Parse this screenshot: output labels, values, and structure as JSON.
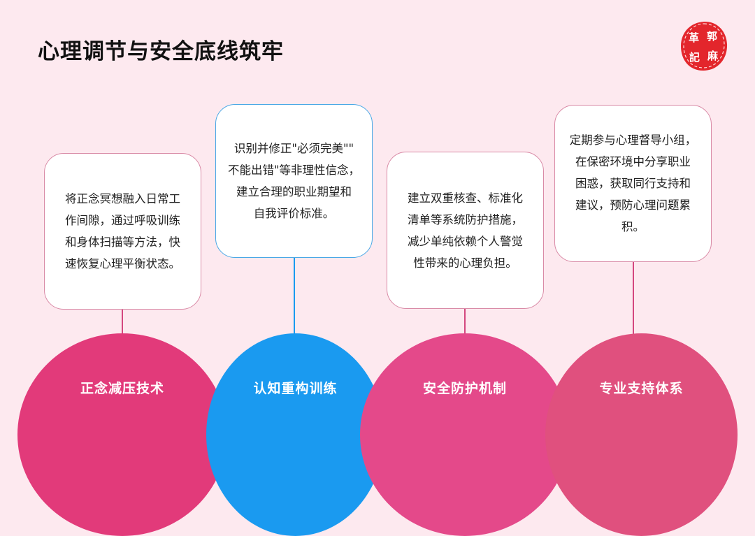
{
  "slide": {
    "title": "心理调节与安全底线筑牢",
    "seal_chars": [
      "革",
      "郭",
      "記",
      "麻"
    ]
  },
  "cards": [
    {
      "text": "将正念冥想融入日常工\n作间隙，通过呼吸训练\n和身体扫描等方法，快\n速恢复心理平衡状态。",
      "border": "#d98aa6"
    },
    {
      "text": "识别并修正\"必须完美\"\"\n不能出错\"等非理性信念，\n建立合理的职业期望和\n自我评价标准。",
      "border": "#4aa8e6"
    },
    {
      "text": "建立双重核查、标准化\n清单等系统防护措施，\n减少单纯依赖个人警觉\n性带来的心理负担。",
      "border": "#d98aa6"
    },
    {
      "text": "定期参与心理督导小组，\n在保密环境中分享职业\n困惑，获取同行支持和\n建议，预防心理问题累\n积。",
      "border": "#d98aa6"
    }
  ],
  "pillars": [
    {
      "label": "正念减压技术",
      "color": "#e23a7a"
    },
    {
      "label": "认知重构训练",
      "color": "#1a9af0"
    },
    {
      "label": "安全防护机制",
      "color": "#e4498a"
    },
    {
      "label": "专业支持体系",
      "color": "#e0507e"
    }
  ]
}
